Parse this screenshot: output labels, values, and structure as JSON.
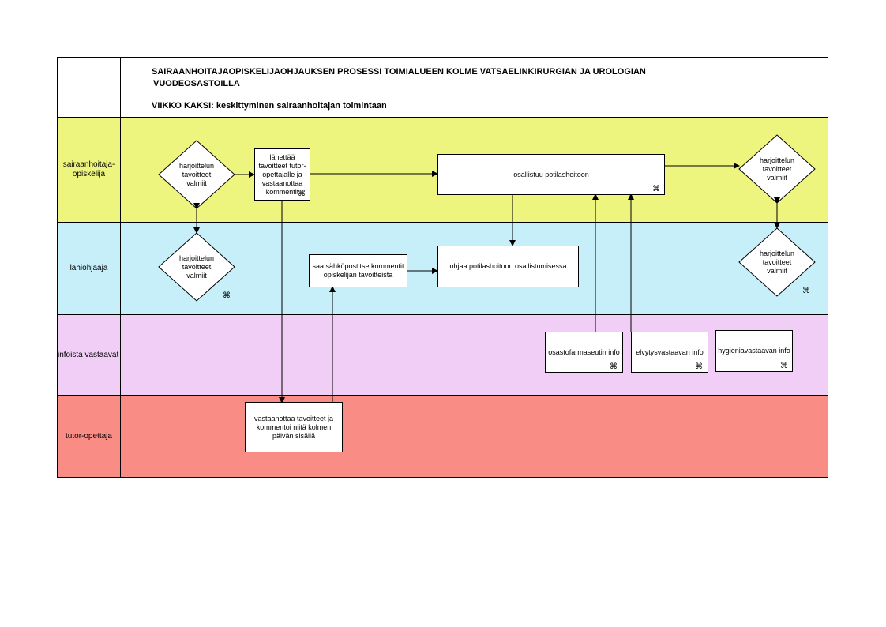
{
  "header": {
    "title_line1": "SAIRAANHOITAJAOPISKELIJAOHJAUKSEN PROSESSI TOIMIALUEEN KOLME VATSAELINKIRURGIAN JA UROLOGIAN",
    "title_line2": "VUODEOSASTOILLA",
    "subtitle": "VIIKKO KAKSI: keskittyminen sairaanhoitajan toimintaan"
  },
  "lanes": {
    "student": {
      "label": "sairaanhoitaja-opiskelija",
      "color": "#EEF57F"
    },
    "preceptor": {
      "label": "lähiohjaaja",
      "color": "#C6EFFA"
    },
    "info": {
      "label": "infoista vastaavat",
      "color": "#F1CEF6"
    },
    "tutor": {
      "label": "tutor-opettaja",
      "color": "#FA8C86"
    }
  },
  "nodes": {
    "student_goals_start": "harjoittelun tavoitteet valmiit",
    "send_goals": "lähettää tavoitteet tutor-opettajalle ja vastaanottaa kommentit",
    "participate_care": "osallistuu potilashoitoon",
    "student_goals_end": "harjoittelun tavoitteet valmiit",
    "preceptor_goals_start": "harjoittelun tavoitteet valmiit",
    "email_comments": "saa sähköpostitse kommentit opiskelijan tavoitteista",
    "guide_care": "ohjaa potilashoitoon osallistumisessa",
    "preceptor_goals_end": "harjoittelun tavoitteet valmiit",
    "pharmacist_info": "osastofarmaseutin info",
    "resuscitation_info": "elvytysvastaavan info",
    "hygiene_info": "hygieniavastaavan info",
    "tutor_review": "vastaanottaa tavoitteet ja kommentoi niitä kolmen päivän sisällä"
  },
  "icons": {
    "link": "link-icon"
  }
}
